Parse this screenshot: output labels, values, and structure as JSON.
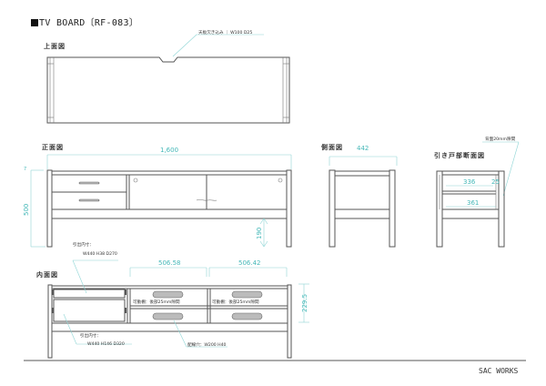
{
  "header": {
    "title": "TV BOARD〔RF-083〕"
  },
  "views": {
    "top": {
      "label": "上面図",
      "note_label": "天板欠き込み",
      "note_value": "W100 D25"
    },
    "front": {
      "label": "正面図",
      "width_dim": "1,600",
      "top_dim": "7",
      "height_dim": "500",
      "leg_dim": "190"
    },
    "side": {
      "label": "側面図",
      "depth_dim": "442"
    },
    "section": {
      "label": "引き戸部断面図",
      "note": "背面20mm隙間",
      "dim_inner": "336",
      "dim_gap": "25",
      "dim_total": "361"
    },
    "interior": {
      "label": "内面図",
      "drawer_top_label": "引出内寸：",
      "drawer_top_value": "W440 H38 D270",
      "drawer_bottom_label": "引出内寸：",
      "drawer_bottom_value": "W440 H146 D320",
      "bay_left_dim": "506.58",
      "bay_right_dim": "506.42",
      "height_dim": "229.5",
      "shelf_note_left": "可動棚：後部25mm隙間",
      "shelf_note_right": "可動棚：後部25mm隙間",
      "wiring_note": "配線穴：W200 H40"
    }
  },
  "footer": {
    "brand": "SAC WORKS"
  },
  "colors": {
    "line": "#555555",
    "dimension": "#44b8b8",
    "leader": "#8fd6d6",
    "hole_fill": "#bbbbbb"
  }
}
